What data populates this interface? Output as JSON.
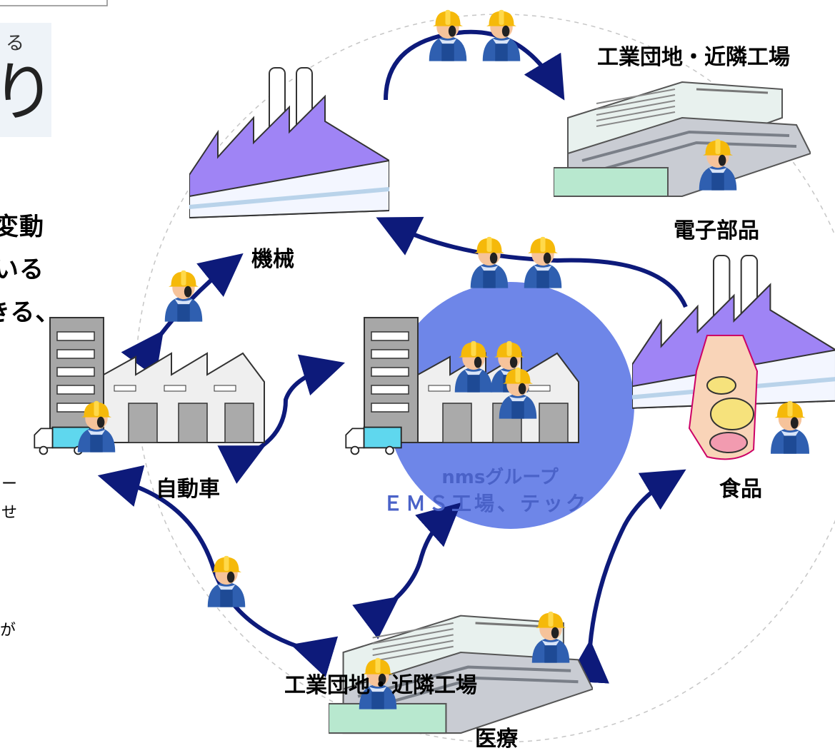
{
  "labels": {
    "machinery": "機械",
    "electronics": "電子部品",
    "automotive": "自動車",
    "food": "食品",
    "medical": "医療",
    "industrial_park_top": "工業団地・近隣工場",
    "industrial_park_bottom": "工業団地・近隣工場",
    "nms_group": "nmsグループ",
    "ems_factory": "ＥＭＳ工場、テック"
  },
  "left_fragments": {
    "corner_small": "る",
    "corner_big": "り",
    "line1": "変動",
    "line2": "いる",
    "line3": "きる、",
    "line4": "ー",
    "line5": "せ",
    "line6": "が"
  },
  "colors": {
    "arrow": "#0d1a7a",
    "ems_circle": "#6e86e8",
    "ems_text": "#4a62c8",
    "roof": "#9f84f5",
    "helmet": "#f5b90a",
    "worker_body": "#2f5fb0",
    "dashed_circle": "#c6c6c6"
  },
  "icons": {
    "worker": "worker-helmet-icon",
    "factory_chimney": "factory-icon",
    "office_factory": "office-factory-icon",
    "campus": "industrial-campus-icon",
    "truck": "truck-icon",
    "food": "food-jar-icon"
  }
}
